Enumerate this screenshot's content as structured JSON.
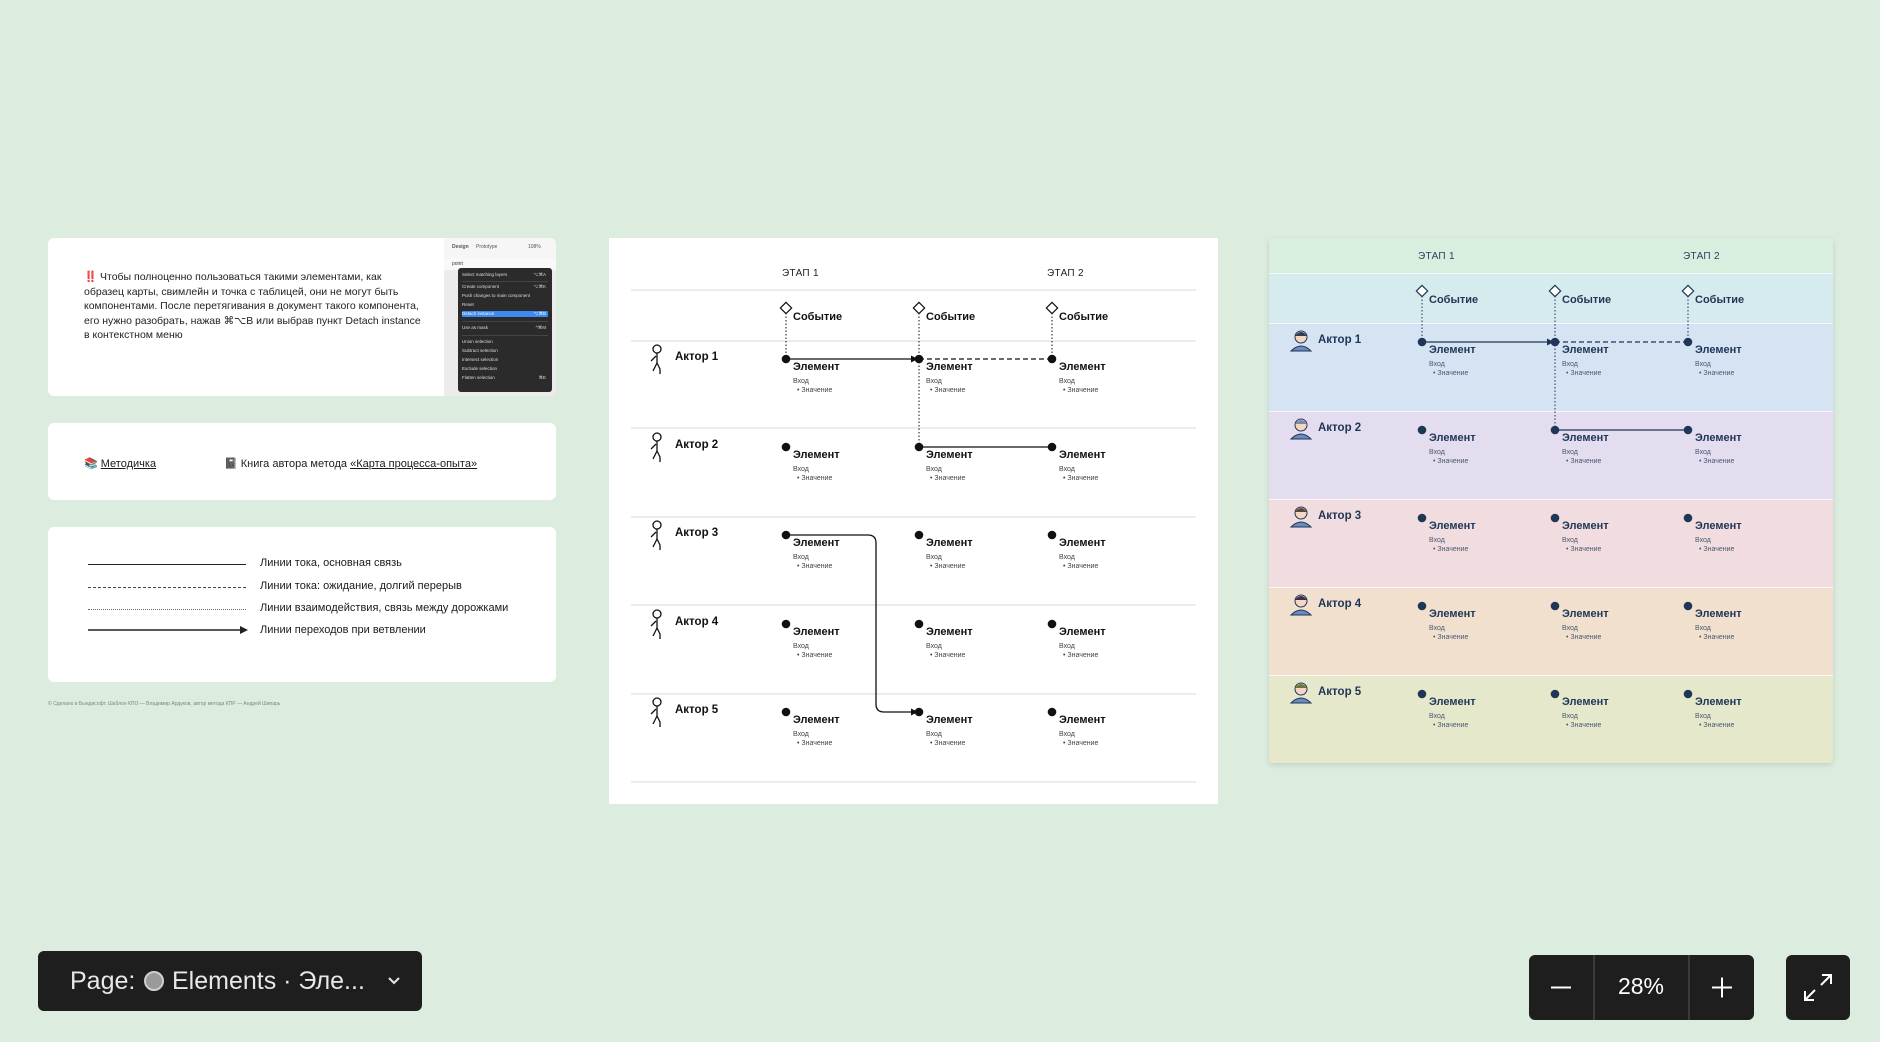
{
  "note_card": {
    "warning_icon": "‼️",
    "text": "Чтобы полноценно пользоваться такими элементами, как образец карты, свимлейн и точка с таблицей, они не могут быть компонентами. После перетягивания в документ такого компонента, его нужно разобрать, нажав ⌘⌥B или выбрав пункт Detach instance в контекстном меню",
    "menu_tabs": [
      "Design",
      "Prototype",
      "108%"
    ],
    "menu_layer": "point",
    "menu_items": [
      {
        "label": "Select matching layers",
        "shortcut": "⌥⌘A"
      },
      {
        "label": "Create component",
        "shortcut": "⌥⌘K"
      },
      {
        "label": "Push changes to main component",
        "shortcut": ""
      },
      {
        "label": "Reset",
        "shortcut": ""
      },
      {
        "label": "Detach instance",
        "shortcut": "⌥⌘B"
      },
      {
        "label": "Use as mask",
        "shortcut": "^⌘M"
      },
      {
        "label": "Union selection",
        "shortcut": ""
      },
      {
        "label": "Subtract selection",
        "shortcut": ""
      },
      {
        "label": "Intersect selection",
        "shortcut": ""
      },
      {
        "label": "Exclude selection",
        "shortcut": ""
      },
      {
        "label": "Flatten selection",
        "shortcut": "⌘E"
      }
    ]
  },
  "links_card": {
    "link1_icon": "📚",
    "link1": "Методичка",
    "link2_icon": "📓",
    "link2_prefix": "Книга автора метода ",
    "link2": "«Карта процесса-опыта»"
  },
  "legend_card": {
    "items": [
      "Линии тока, основная связь",
      "Линии тока: ожидание, долгий перерыв",
      "Линии взаимодействия, связь между дорожками",
      "Линии переходов при ветвлении"
    ]
  },
  "footnote": "© Сделано в Бындисофт. Шаблон КПО — Владимир Ардуков, автор метода КПР — Андрей Шипарь",
  "map": {
    "stages": [
      "ЭТАП 1",
      "ЭТАП 2"
    ],
    "event": "Событие",
    "actors": [
      "Актор 1",
      "Актор 2",
      "Актор 3",
      "Актор 4",
      "Актор 5"
    ],
    "element_title": "Элемент",
    "element_input": "Вход",
    "element_value": "Значение"
  },
  "colored_map": {
    "stages": [
      "ЭТАП 1",
      "ЭТАП 2"
    ],
    "event": "Событие",
    "actors": [
      "Актор 1",
      "Актор 2",
      "Актор 3",
      "Актор 4",
      "Актор 5"
    ],
    "element_title": "Элемент",
    "element_input": "Вход",
    "element_value": "Значение",
    "lane_colors": [
      "#d6e3f3",
      "#e4dcef",
      "#f1dcdf",
      "#f2e0cf",
      "#e6e8cc"
    ],
    "header_color": "#d9eede",
    "event_row_color": "#d6ebee"
  },
  "page_bar": {
    "prefix": "Page:",
    "name": "Elements · Эле..."
  },
  "zoom": {
    "value": "28%"
  }
}
